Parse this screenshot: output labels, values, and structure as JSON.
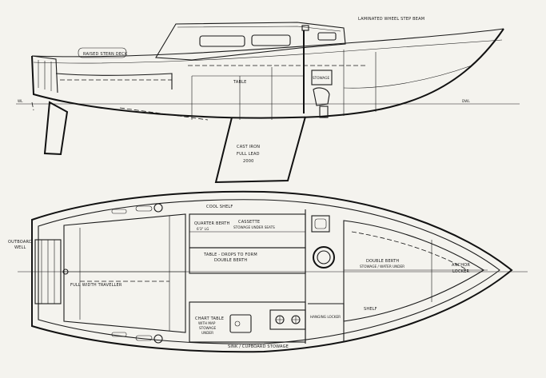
{
  "profile_labels": {
    "aft_deck": "RAISED STERN DECK",
    "foredeck": "LAMINATED WHEEL STEP BEAM",
    "table": "TABLE",
    "stowage": "STOWAGE",
    "keel_1": "CAST IRON",
    "keel_2": "FULL LEAD",
    "keel_3": "2000",
    "wl_left": "WL",
    "wl_right": "DWL"
  },
  "plan_labels": {
    "cool_shelf": "COOL SHELF",
    "quarter_1": "QUARTER BERTH",
    "quarter_2": "6'3\" LG",
    "cassette_1": "CASSETTE",
    "cassette_2": "STOWAGE UNDER SEATS",
    "table_1": "TABLE - DROPS TO FORM",
    "table_2": "DOUBLE BERTH",
    "double_1": "DOUBLE BERTH",
    "double_2": "STOWAGE / WATER UNDER",
    "anchor_1": "ANCHOR",
    "anchor_2": "LOCKER",
    "outboard_1": "OUTBOARD",
    "outboard_2": "WELL",
    "full_width": "FULL WIDTH TRAVELLER",
    "chart_1": "CHART TABLE",
    "chart_2": "WITH MAP",
    "chart_3": "STOWAGE",
    "chart_4": "UNDER",
    "galley_stowage": "SINK / CUPBOARD STOWAGE",
    "hanging": "HANGING LOCKER",
    "shelf": "SHELF"
  }
}
